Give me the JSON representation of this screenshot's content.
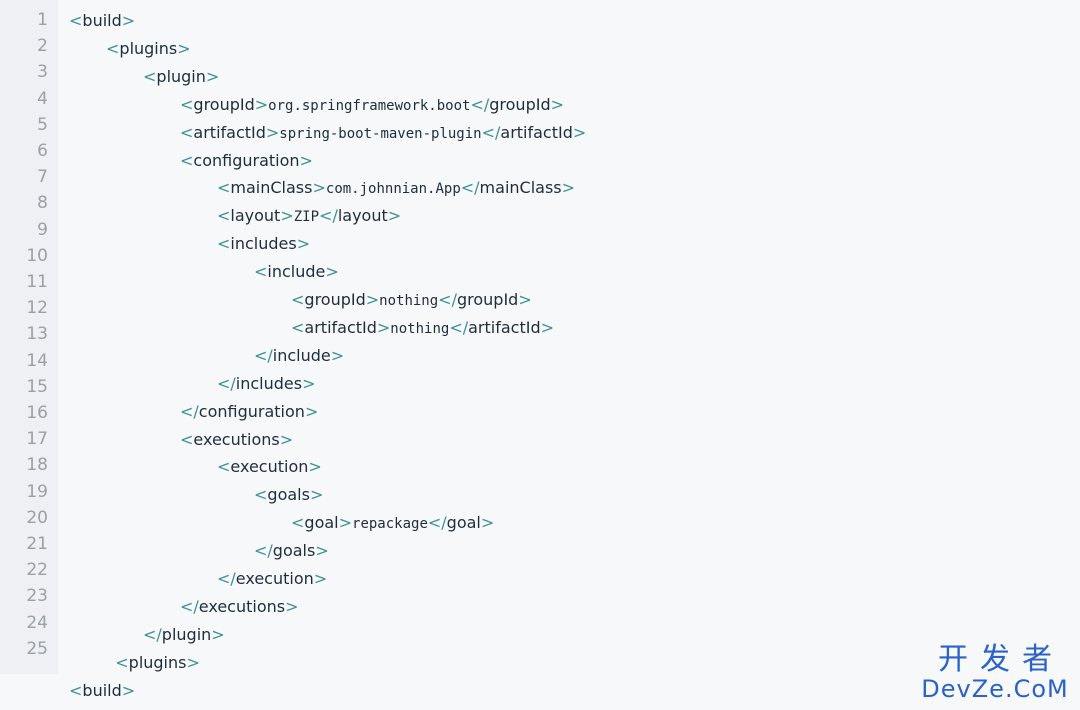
{
  "editor": {
    "line_numbers": [
      "1",
      "2",
      "3",
      "4",
      "5",
      "6",
      "7",
      "8",
      "9",
      "10",
      "11",
      "12",
      "13",
      "14",
      "15",
      "16",
      "17",
      "18",
      "19",
      "20",
      "21",
      "22",
      "23",
      "24",
      "25"
    ],
    "lines": [
      {
        "indent": 0,
        "parts": [
          {
            "k": "b",
            "t": "<"
          },
          {
            "k": "t",
            "t": "build"
          },
          {
            "k": "b",
            "t": ">"
          }
        ]
      },
      {
        "indent": 1,
        "parts": [
          {
            "k": "b",
            "t": "<"
          },
          {
            "k": "t",
            "t": "plugins"
          },
          {
            "k": "b",
            "t": ">"
          }
        ]
      },
      {
        "indent": 2,
        "parts": [
          {
            "k": "b",
            "t": "<"
          },
          {
            "k": "t",
            "t": "plugin"
          },
          {
            "k": "b",
            "t": ">"
          }
        ]
      },
      {
        "indent": 3,
        "parts": [
          {
            "k": "b",
            "t": "<"
          },
          {
            "k": "t",
            "t": "groupId"
          },
          {
            "k": "b",
            "t": ">"
          },
          {
            "k": "v",
            "t": "org.springframework.boot"
          },
          {
            "k": "b",
            "t": "</"
          },
          {
            "k": "t",
            "t": "groupId"
          },
          {
            "k": "b",
            "t": ">"
          }
        ]
      },
      {
        "indent": 3,
        "parts": [
          {
            "k": "b",
            "t": "<"
          },
          {
            "k": "t",
            "t": "artifactId"
          },
          {
            "k": "b",
            "t": ">"
          },
          {
            "k": "v",
            "t": "spring-boot-maven-plugin"
          },
          {
            "k": "b",
            "t": "</"
          },
          {
            "k": "t",
            "t": "artifactId"
          },
          {
            "k": "b",
            "t": ">"
          }
        ]
      },
      {
        "indent": 3,
        "parts": [
          {
            "k": "b",
            "t": "<"
          },
          {
            "k": "t",
            "t": "configuration"
          },
          {
            "k": "b",
            "t": ">"
          }
        ]
      },
      {
        "indent": 4,
        "parts": [
          {
            "k": "b",
            "t": "<"
          },
          {
            "k": "t",
            "t": "mainClass"
          },
          {
            "k": "b",
            "t": ">"
          },
          {
            "k": "v",
            "t": "com.johnnian.App"
          },
          {
            "k": "b",
            "t": "</"
          },
          {
            "k": "t",
            "t": "mainClass"
          },
          {
            "k": "b",
            "t": ">"
          }
        ]
      },
      {
        "indent": 4,
        "parts": [
          {
            "k": "b",
            "t": "<"
          },
          {
            "k": "t",
            "t": "layout"
          },
          {
            "k": "b",
            "t": ">"
          },
          {
            "k": "v",
            "t": "ZIP"
          },
          {
            "k": "b",
            "t": "</"
          },
          {
            "k": "t",
            "t": "layout"
          },
          {
            "k": "b",
            "t": ">"
          }
        ]
      },
      {
        "indent": 4,
        "parts": [
          {
            "k": "b",
            "t": "<"
          },
          {
            "k": "t",
            "t": "includes"
          },
          {
            "k": "b",
            "t": ">"
          }
        ]
      },
      {
        "indent": 5,
        "parts": [
          {
            "k": "b",
            "t": "<"
          },
          {
            "k": "t",
            "t": "include"
          },
          {
            "k": "b",
            "t": ">"
          }
        ]
      },
      {
        "indent": 6,
        "parts": [
          {
            "k": "b",
            "t": "<"
          },
          {
            "k": "t",
            "t": "groupId"
          },
          {
            "k": "b",
            "t": ">"
          },
          {
            "k": "v",
            "t": "nothing"
          },
          {
            "k": "b",
            "t": "</"
          },
          {
            "k": "t",
            "t": "groupId"
          },
          {
            "k": "b",
            "t": ">"
          }
        ]
      },
      {
        "indent": 6,
        "parts": [
          {
            "k": "b",
            "t": "<"
          },
          {
            "k": "t",
            "t": "artifactId"
          },
          {
            "k": "b",
            "t": ">"
          },
          {
            "k": "v",
            "t": "nothing"
          },
          {
            "k": "b",
            "t": "</"
          },
          {
            "k": "t",
            "t": "artifactId"
          },
          {
            "k": "b",
            "t": ">"
          }
        ]
      },
      {
        "indent": 5,
        "parts": [
          {
            "k": "b",
            "t": "</"
          },
          {
            "k": "t",
            "t": "include"
          },
          {
            "k": "b",
            "t": ">"
          }
        ]
      },
      {
        "indent": 4,
        "parts": [
          {
            "k": "b",
            "t": "</"
          },
          {
            "k": "t",
            "t": "includes"
          },
          {
            "k": "b",
            "t": ">"
          }
        ]
      },
      {
        "indent": 3,
        "parts": [
          {
            "k": "b",
            "t": "</"
          },
          {
            "k": "t",
            "t": "configuration"
          },
          {
            "k": "b",
            "t": ">"
          }
        ]
      },
      {
        "indent": 3,
        "parts": [
          {
            "k": "b",
            "t": "<"
          },
          {
            "k": "t",
            "t": "executions"
          },
          {
            "k": "b",
            "t": ">"
          }
        ]
      },
      {
        "indent": 4,
        "parts": [
          {
            "k": "b",
            "t": "<"
          },
          {
            "k": "t",
            "t": "execution"
          },
          {
            "k": "b",
            "t": ">"
          }
        ]
      },
      {
        "indent": 5,
        "parts": [
          {
            "k": "b",
            "t": "<"
          },
          {
            "k": "t",
            "t": "goals"
          },
          {
            "k": "b",
            "t": ">"
          }
        ]
      },
      {
        "indent": 6,
        "parts": [
          {
            "k": "b",
            "t": "<"
          },
          {
            "k": "t",
            "t": "goal"
          },
          {
            "k": "b",
            "t": ">"
          },
          {
            "k": "v",
            "t": "repackage"
          },
          {
            "k": "b",
            "t": "</"
          },
          {
            "k": "t",
            "t": "goal"
          },
          {
            "k": "b",
            "t": ">"
          }
        ]
      },
      {
        "indent": 5,
        "parts": [
          {
            "k": "b",
            "t": "</"
          },
          {
            "k": "t",
            "t": "goals"
          },
          {
            "k": "b",
            "t": ">"
          }
        ]
      },
      {
        "indent": 4,
        "parts": [
          {
            "k": "b",
            "t": "</"
          },
          {
            "k": "t",
            "t": "execution"
          },
          {
            "k": "b",
            "t": ">"
          }
        ]
      },
      {
        "indent": 3,
        "parts": [
          {
            "k": "b",
            "t": "</"
          },
          {
            "k": "t",
            "t": "executions"
          },
          {
            "k": "b",
            "t": ">"
          }
        ]
      },
      {
        "indent": 2,
        "parts": [
          {
            "k": "b",
            "t": "</"
          },
          {
            "k": "t",
            "t": "plugin"
          },
          {
            "k": "b",
            "t": ">"
          }
        ]
      },
      {
        "indent": 1.25,
        "parts": [
          {
            "k": "b",
            "t": "<"
          },
          {
            "k": "t",
            "t": "plugins"
          },
          {
            "k": "b",
            "t": ">"
          }
        ]
      },
      {
        "indent": 0,
        "parts": [
          {
            "k": "b",
            "t": "<"
          },
          {
            "k": "t",
            "t": "build"
          },
          {
            "k": "b",
            "t": ">"
          }
        ]
      }
    ]
  },
  "watermark": {
    "top": "开发者",
    "bottom": "DevZe.CoM"
  }
}
